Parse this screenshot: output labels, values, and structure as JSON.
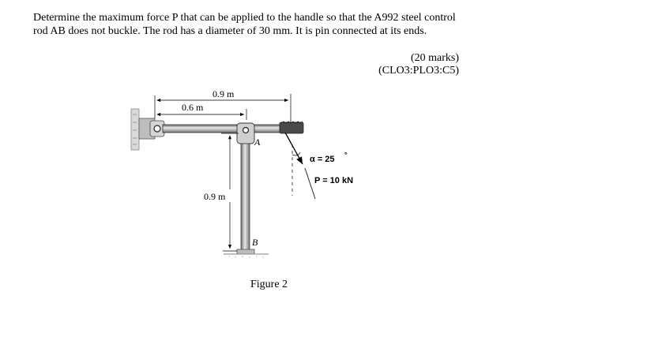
{
  "question": {
    "text": "Determine the maximum force P that can be applied to the handle so that the A992 steel control rod AB does not buckle. The rod has a diameter of 30 mm. It is pin connected at its ends.",
    "marks": "(20 marks)",
    "outcome": "(CLO3:PLO3:C5)"
  },
  "figure": {
    "dim_top": "0.9 m",
    "dim_inner": "0.6 m",
    "dim_vertical": "0.9 m",
    "label_a": "A",
    "label_b": "B",
    "alpha_label": "α = 25",
    "degree_mark": "°",
    "force_label": "P = 10 kN",
    "caption": "Figure 2"
  }
}
